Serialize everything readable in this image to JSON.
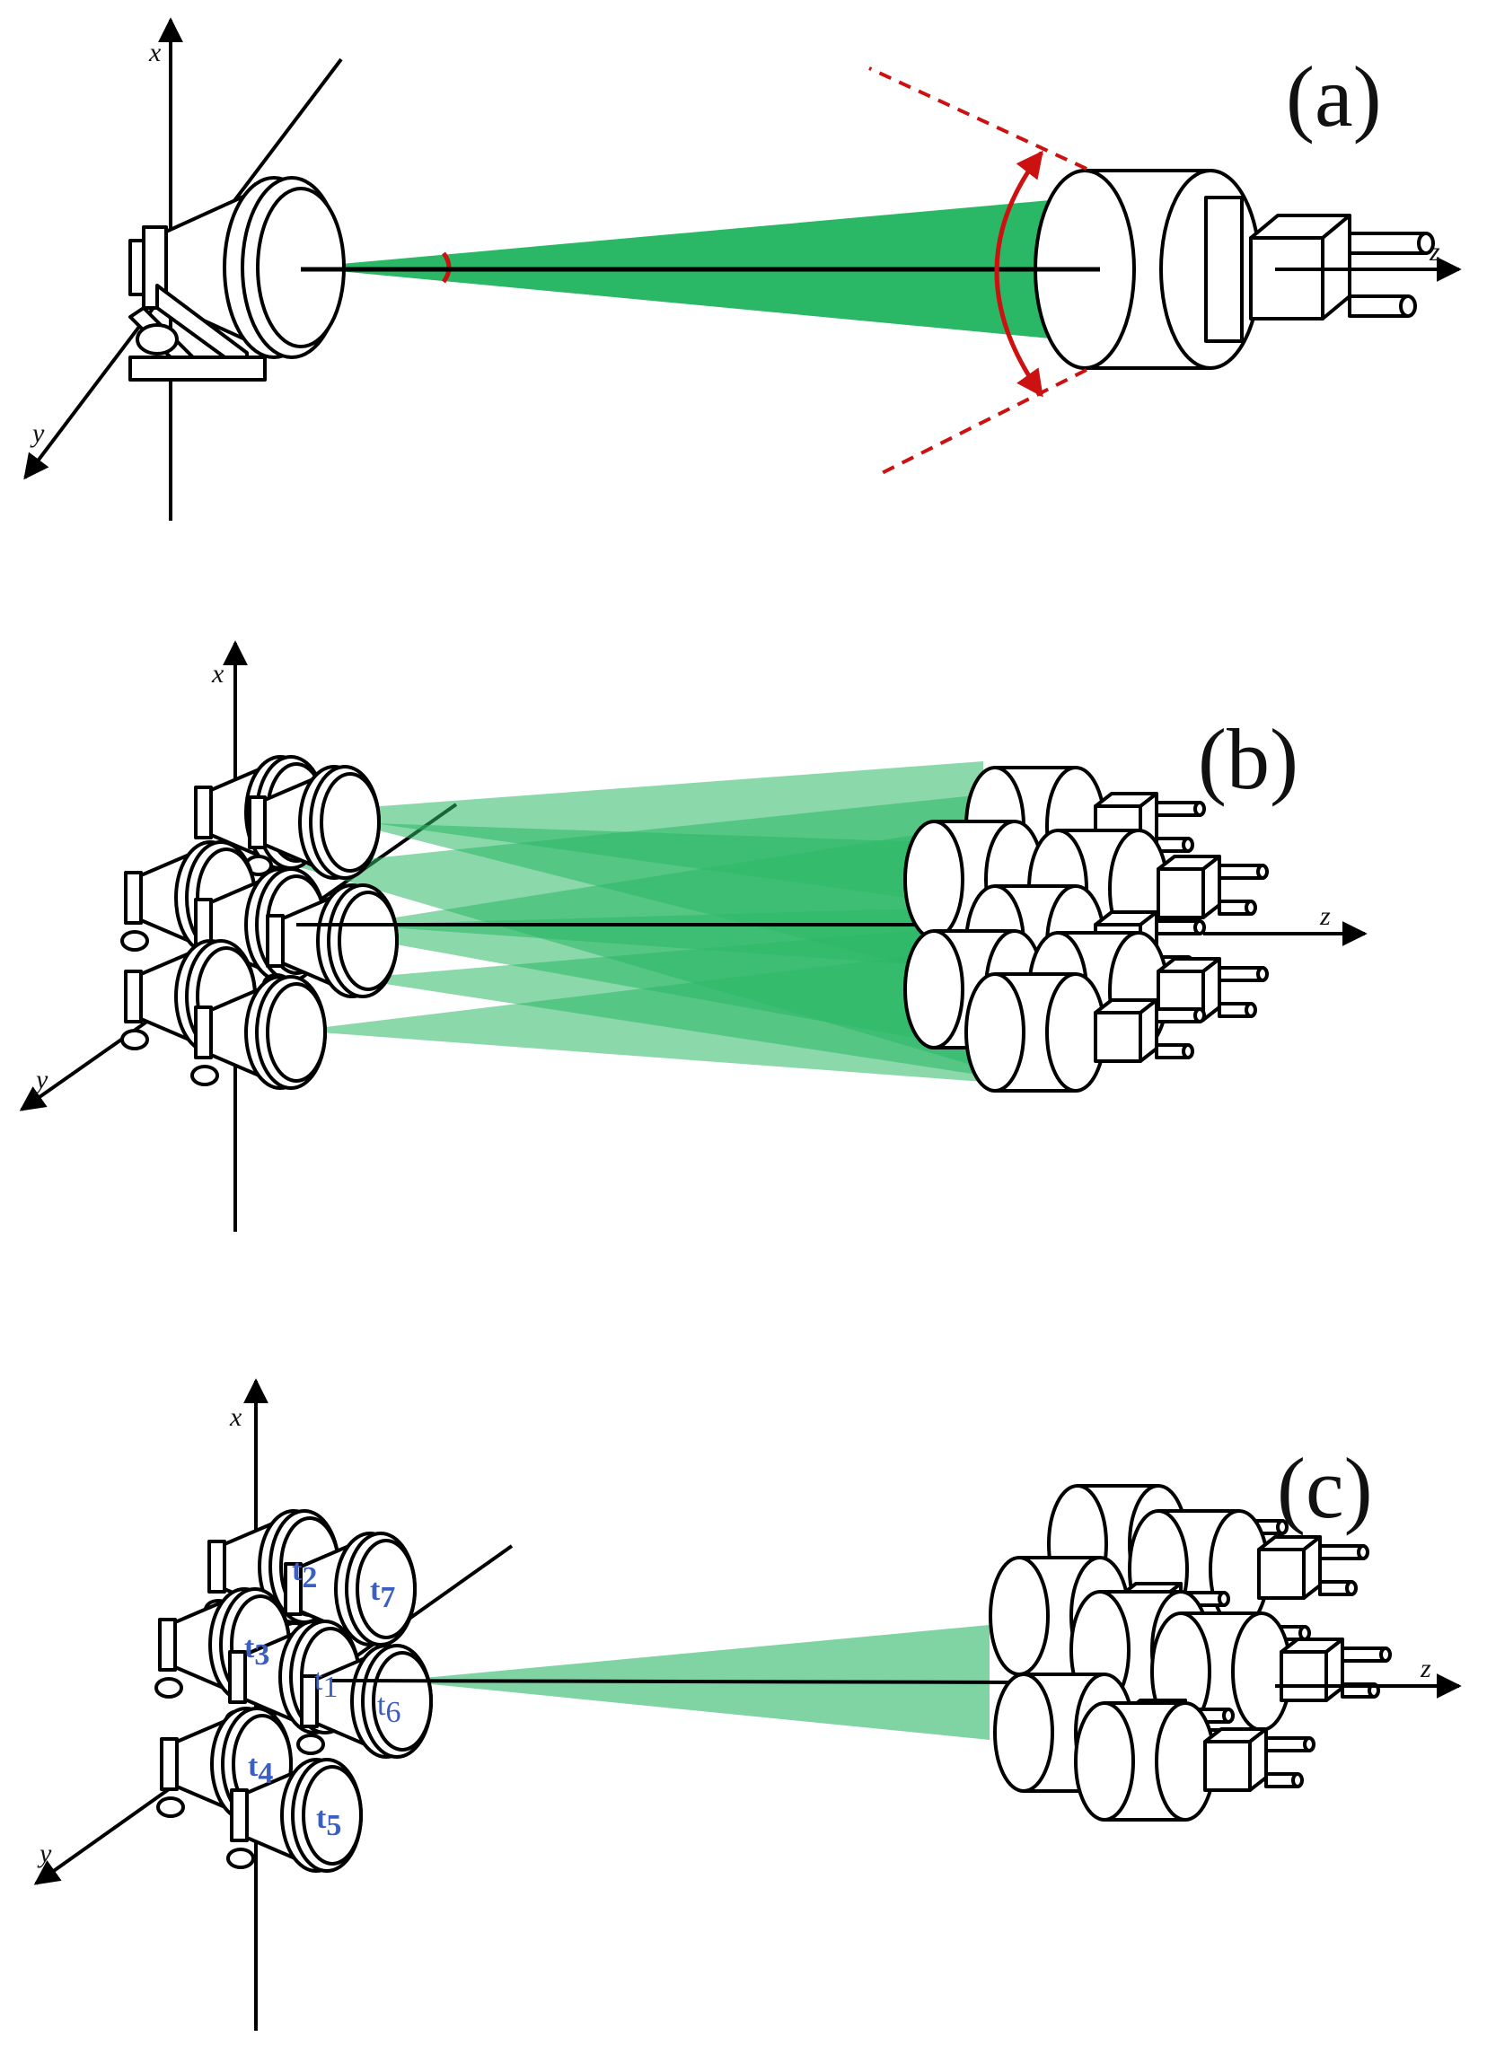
{
  "panels": [
    {
      "id": "a",
      "label": "(a)",
      "axes": {
        "x": "x",
        "y": "y",
        "z": "z"
      },
      "transmitters": 1,
      "receivers": 1
    },
    {
      "id": "b",
      "label": "(b)",
      "axes": {
        "x": "x",
        "y": "y",
        "z": "z"
      },
      "transmitters": 7,
      "receivers": 7
    },
    {
      "id": "c",
      "label": "(c)",
      "axes": {
        "x": "x",
        "y": "y",
        "z": "z"
      },
      "transmitters": 7,
      "receivers": 7,
      "transmitter_tags": [
        {
          "base": "t",
          "sub": "2"
        },
        {
          "base": "t",
          "sub": "7"
        },
        {
          "base": "t",
          "sub": "3"
        },
        {
          "base": "t",
          "sub": "1"
        },
        {
          "base": "t",
          "sub": "6"
        },
        {
          "base": "t",
          "sub": "4"
        },
        {
          "base": "t",
          "sub": "5"
        }
      ]
    }
  ],
  "colors": {
    "beam": "#2bb866",
    "beam_light": "#7fd6a5",
    "angle_marker": "#cc1111",
    "tag_text": "#3b5fc0",
    "ink": "#000000"
  }
}
